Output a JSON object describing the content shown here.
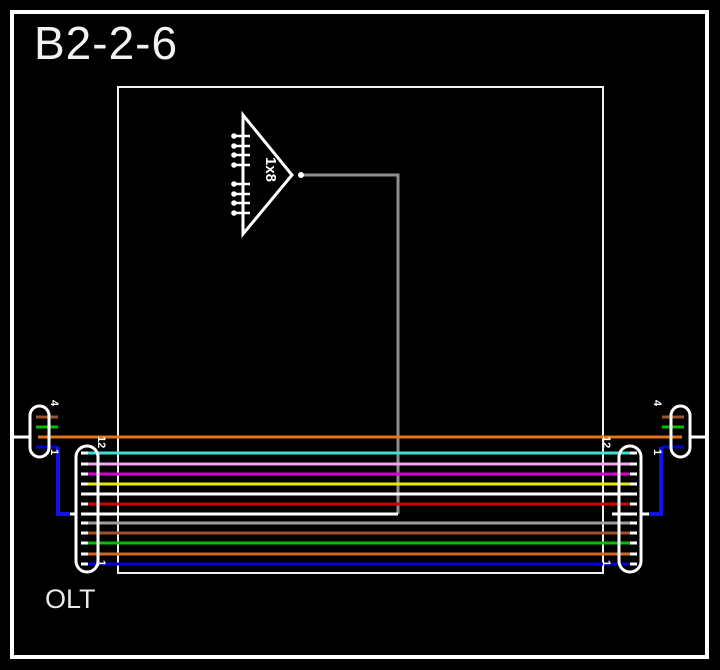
{
  "title": "B2-2-6",
  "olt_label": "OLT",
  "splitter": {
    "label": "1x8",
    "output_ports": 8
  },
  "labels": {
    "feeder_top": "4",
    "feeder_bottom": "1",
    "dist_top": "12",
    "dist_bottom": "1"
  },
  "colors": {
    "background": "#000000",
    "outline": "#ffffff",
    "trunk_gray": "#8f8f8f",
    "jumper_blue": "#1212e6"
  },
  "feeder_cable": {
    "fiber_count": 4,
    "fibers": [
      {
        "n": 4,
        "color": "brown",
        "hex": "#a0522d"
      },
      {
        "n": 3,
        "color": "green",
        "hex": "#00c000"
      },
      {
        "n": 2,
        "color": "orange",
        "hex": "#e0751c",
        "through": true
      },
      {
        "n": 1,
        "color": "blue",
        "hex": "#0000e0",
        "jumper": true
      }
    ]
  },
  "distribution_cable": {
    "fiber_count": 12,
    "fibers": [
      {
        "n": 12,
        "color": "turquoise",
        "hex": "#40e0d0"
      },
      {
        "n": 11,
        "color": "pink",
        "hex": "#f0a6f0"
      },
      {
        "n": 10,
        "color": "magenta",
        "hex": "#d400d4"
      },
      {
        "n": 9,
        "color": "yellow",
        "hex": "#e8e800"
      },
      {
        "n": 8,
        "color": "white",
        "hex": "#ffffff"
      },
      {
        "n": 7,
        "color": "red",
        "hex": "#d40000"
      },
      {
        "n": 6,
        "color": "white",
        "hex": "#ffffff",
        "splitter_feed": true
      },
      {
        "n": 5,
        "color": "gray",
        "hex": "#9e9e9e"
      },
      {
        "n": 4,
        "color": "brown",
        "hex": "#a0522d"
      },
      {
        "n": 3,
        "color": "green",
        "hex": "#00c000"
      },
      {
        "n": 2,
        "color": "orange",
        "hex": "#d2691e"
      },
      {
        "n": 1,
        "color": "blue",
        "hex": "#0000e0"
      }
    ]
  }
}
